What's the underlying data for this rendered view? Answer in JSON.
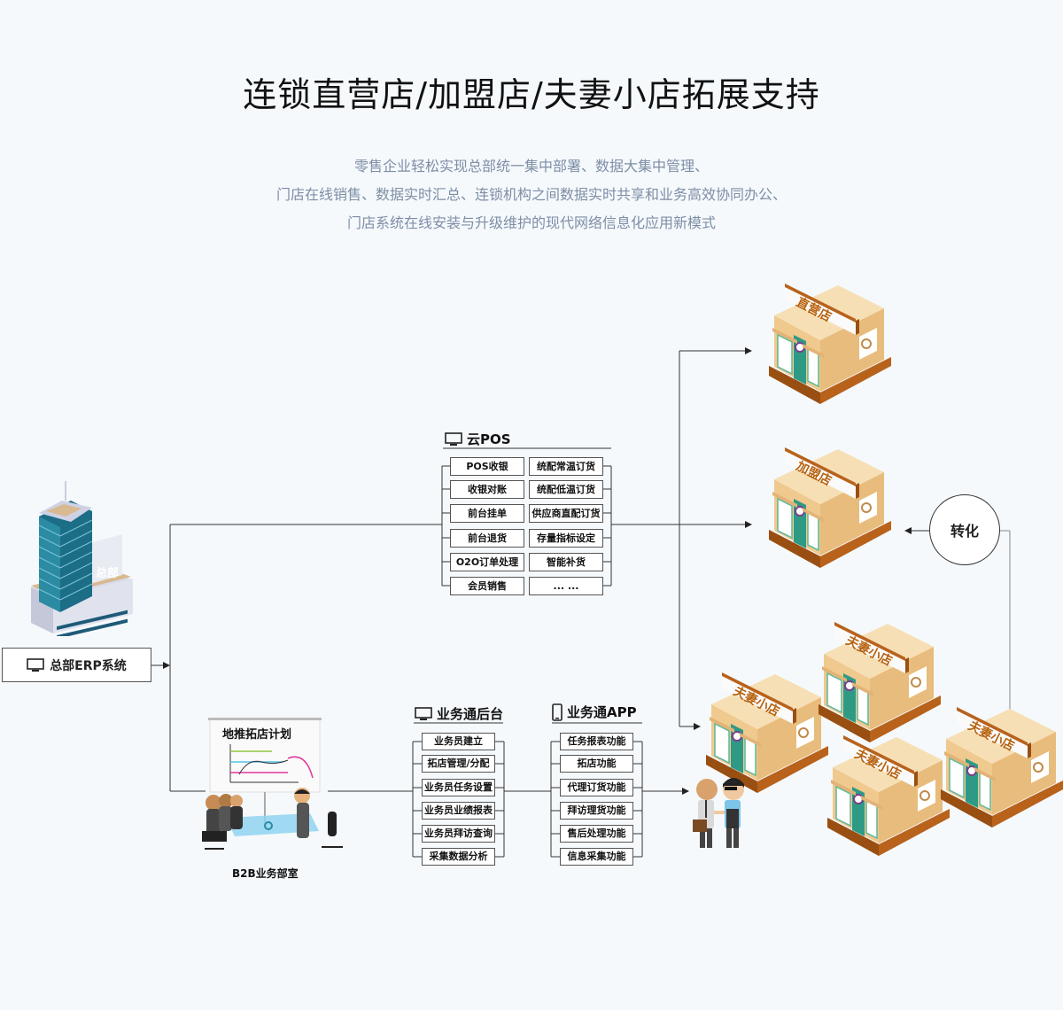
{
  "header": {
    "title": "连锁直营店/加盟店/夫妻小店拓展支持",
    "subtitle_lines": [
      "零售企业轻松实现总部统一集中部署、数据大集中管理、",
      "门店在线销售、数据实时汇总、连锁机构之间数据实时共享和业务高效协同办公、",
      "门店系统在线安装与升级维护的现代网络信息化应用新模式"
    ]
  },
  "hq": {
    "building_label": "总部",
    "erp_label": "总部ERP系统",
    "erp_icon": "monitor-icon"
  },
  "cloud_pos": {
    "title": "云POS",
    "icon": "monitor-icon",
    "left_items": [
      "POS收银",
      "收银对账",
      "前台挂单",
      "前台退货",
      "O2O订单处理",
      "会员销售"
    ],
    "right_items": [
      "统配常温订货",
      "统配低温订货",
      "供应商直配订货",
      "存量指标设定",
      "智能补货",
      "... ..."
    ]
  },
  "b2b": {
    "board_title": "地推拓店计划",
    "caption": "B2B业务部室"
  },
  "backend": {
    "title": "业务通后台",
    "icon": "monitor-icon",
    "items": [
      "业务员建立",
      "拓店管理/分配",
      "业务员任务设置",
      "业务员业绩报表",
      "业务员拜访查询",
      "采集数据分析"
    ]
  },
  "app": {
    "title": "业务通APP",
    "icon": "phone-icon",
    "items": [
      "任务报表功能",
      "拓店功能",
      "代理订货功能",
      "拜访理货功能",
      "售后处理功能",
      "信息采集功能"
    ]
  },
  "stores": {
    "direct": "直营店",
    "franchise": "加盟店",
    "small": [
      "夫妻小店",
      "夫妻小店",
      "夫妻小店",
      "夫妻小店"
    ]
  },
  "convert_label": "转化",
  "colors": {
    "background": "#f5f9fc",
    "line": "#333333",
    "subtitle": "#7e8ea6",
    "store_sign_text": "#b8620e",
    "store_wall": "#efc98e",
    "store_base": "#b8621c",
    "store_door": "#2e9a86"
  }
}
